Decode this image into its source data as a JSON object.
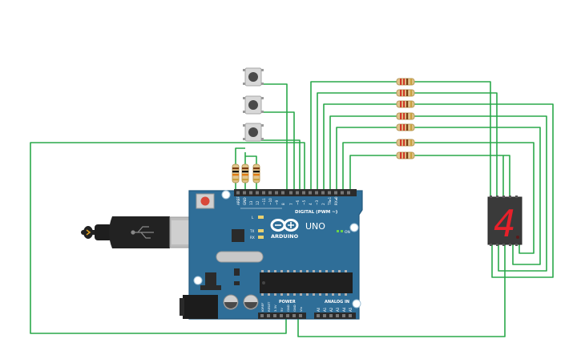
{
  "board": {
    "logo_text": "ARDUINO",
    "model_text": "UNO",
    "digital_header_label": "DIGITAL (PWM ~)",
    "power_label": "POWER",
    "analog_label": "ANALOG IN",
    "on_label": "ON",
    "led_labels": [
      "L",
      "TX",
      "RX"
    ],
    "digital_pins": [
      "AREF",
      "GND",
      "13",
      "12",
      "~11",
      "~10",
      "~9",
      "8",
      "7",
      "~6",
      "~5",
      "4",
      "~3",
      "2",
      "TX▸1",
      "RX◂0"
    ],
    "power_pins": [
      "IOREF",
      "RESET",
      "3.3V",
      "5V",
      "GND",
      "GND",
      "Vin"
    ],
    "analog_pins": [
      "A0",
      "A1",
      "A2",
      "A3",
      "A4",
      "A5"
    ]
  },
  "display": {
    "digit": "4",
    "segment_color": "#e8202a",
    "body_color": "#3a3a3a"
  },
  "colors": {
    "wire": "#2aa84a",
    "board": "#2f6e98",
    "board_edge": "#23597e",
    "header": "#2b2b2b",
    "button_cap": "#4a4a4a"
  }
}
